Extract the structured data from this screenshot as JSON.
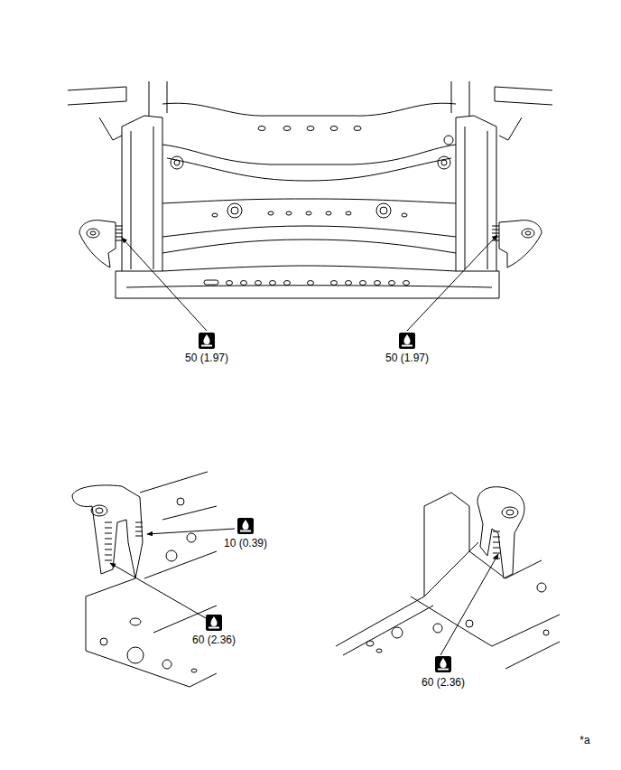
{
  "diagram": {
    "labels": [
      "50 (1.97)",
      "50 (1.97)",
      "10 (0.39)",
      "60 (2.36)",
      "60 (2.36)",
      "*a"
    ]
  }
}
